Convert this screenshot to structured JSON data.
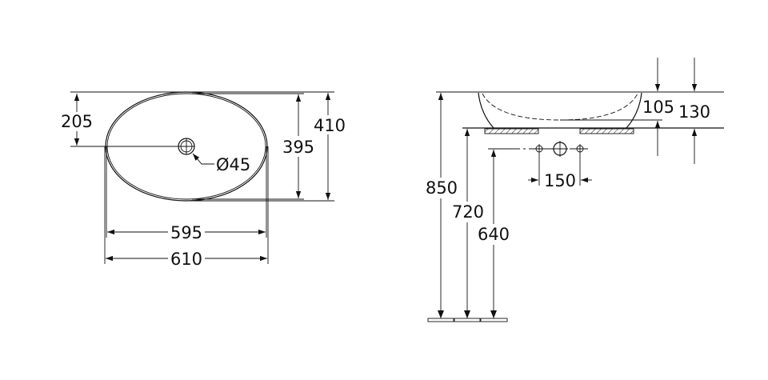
{
  "plan_view": {
    "dim_drain_offset": "205",
    "dim_inner_depth": "395",
    "dim_outer_depth": "410",
    "dim_inner_width": "595",
    "dim_outer_width": "610",
    "dim_drain_diameter": "Ø45"
  },
  "side_view": {
    "dim_inner_height": "105",
    "dim_total_height": "130",
    "dim_tap_spacing": "150",
    "dim_rim_height": "850",
    "dim_counter_height": "720",
    "dim_pipe_height": "640"
  }
}
